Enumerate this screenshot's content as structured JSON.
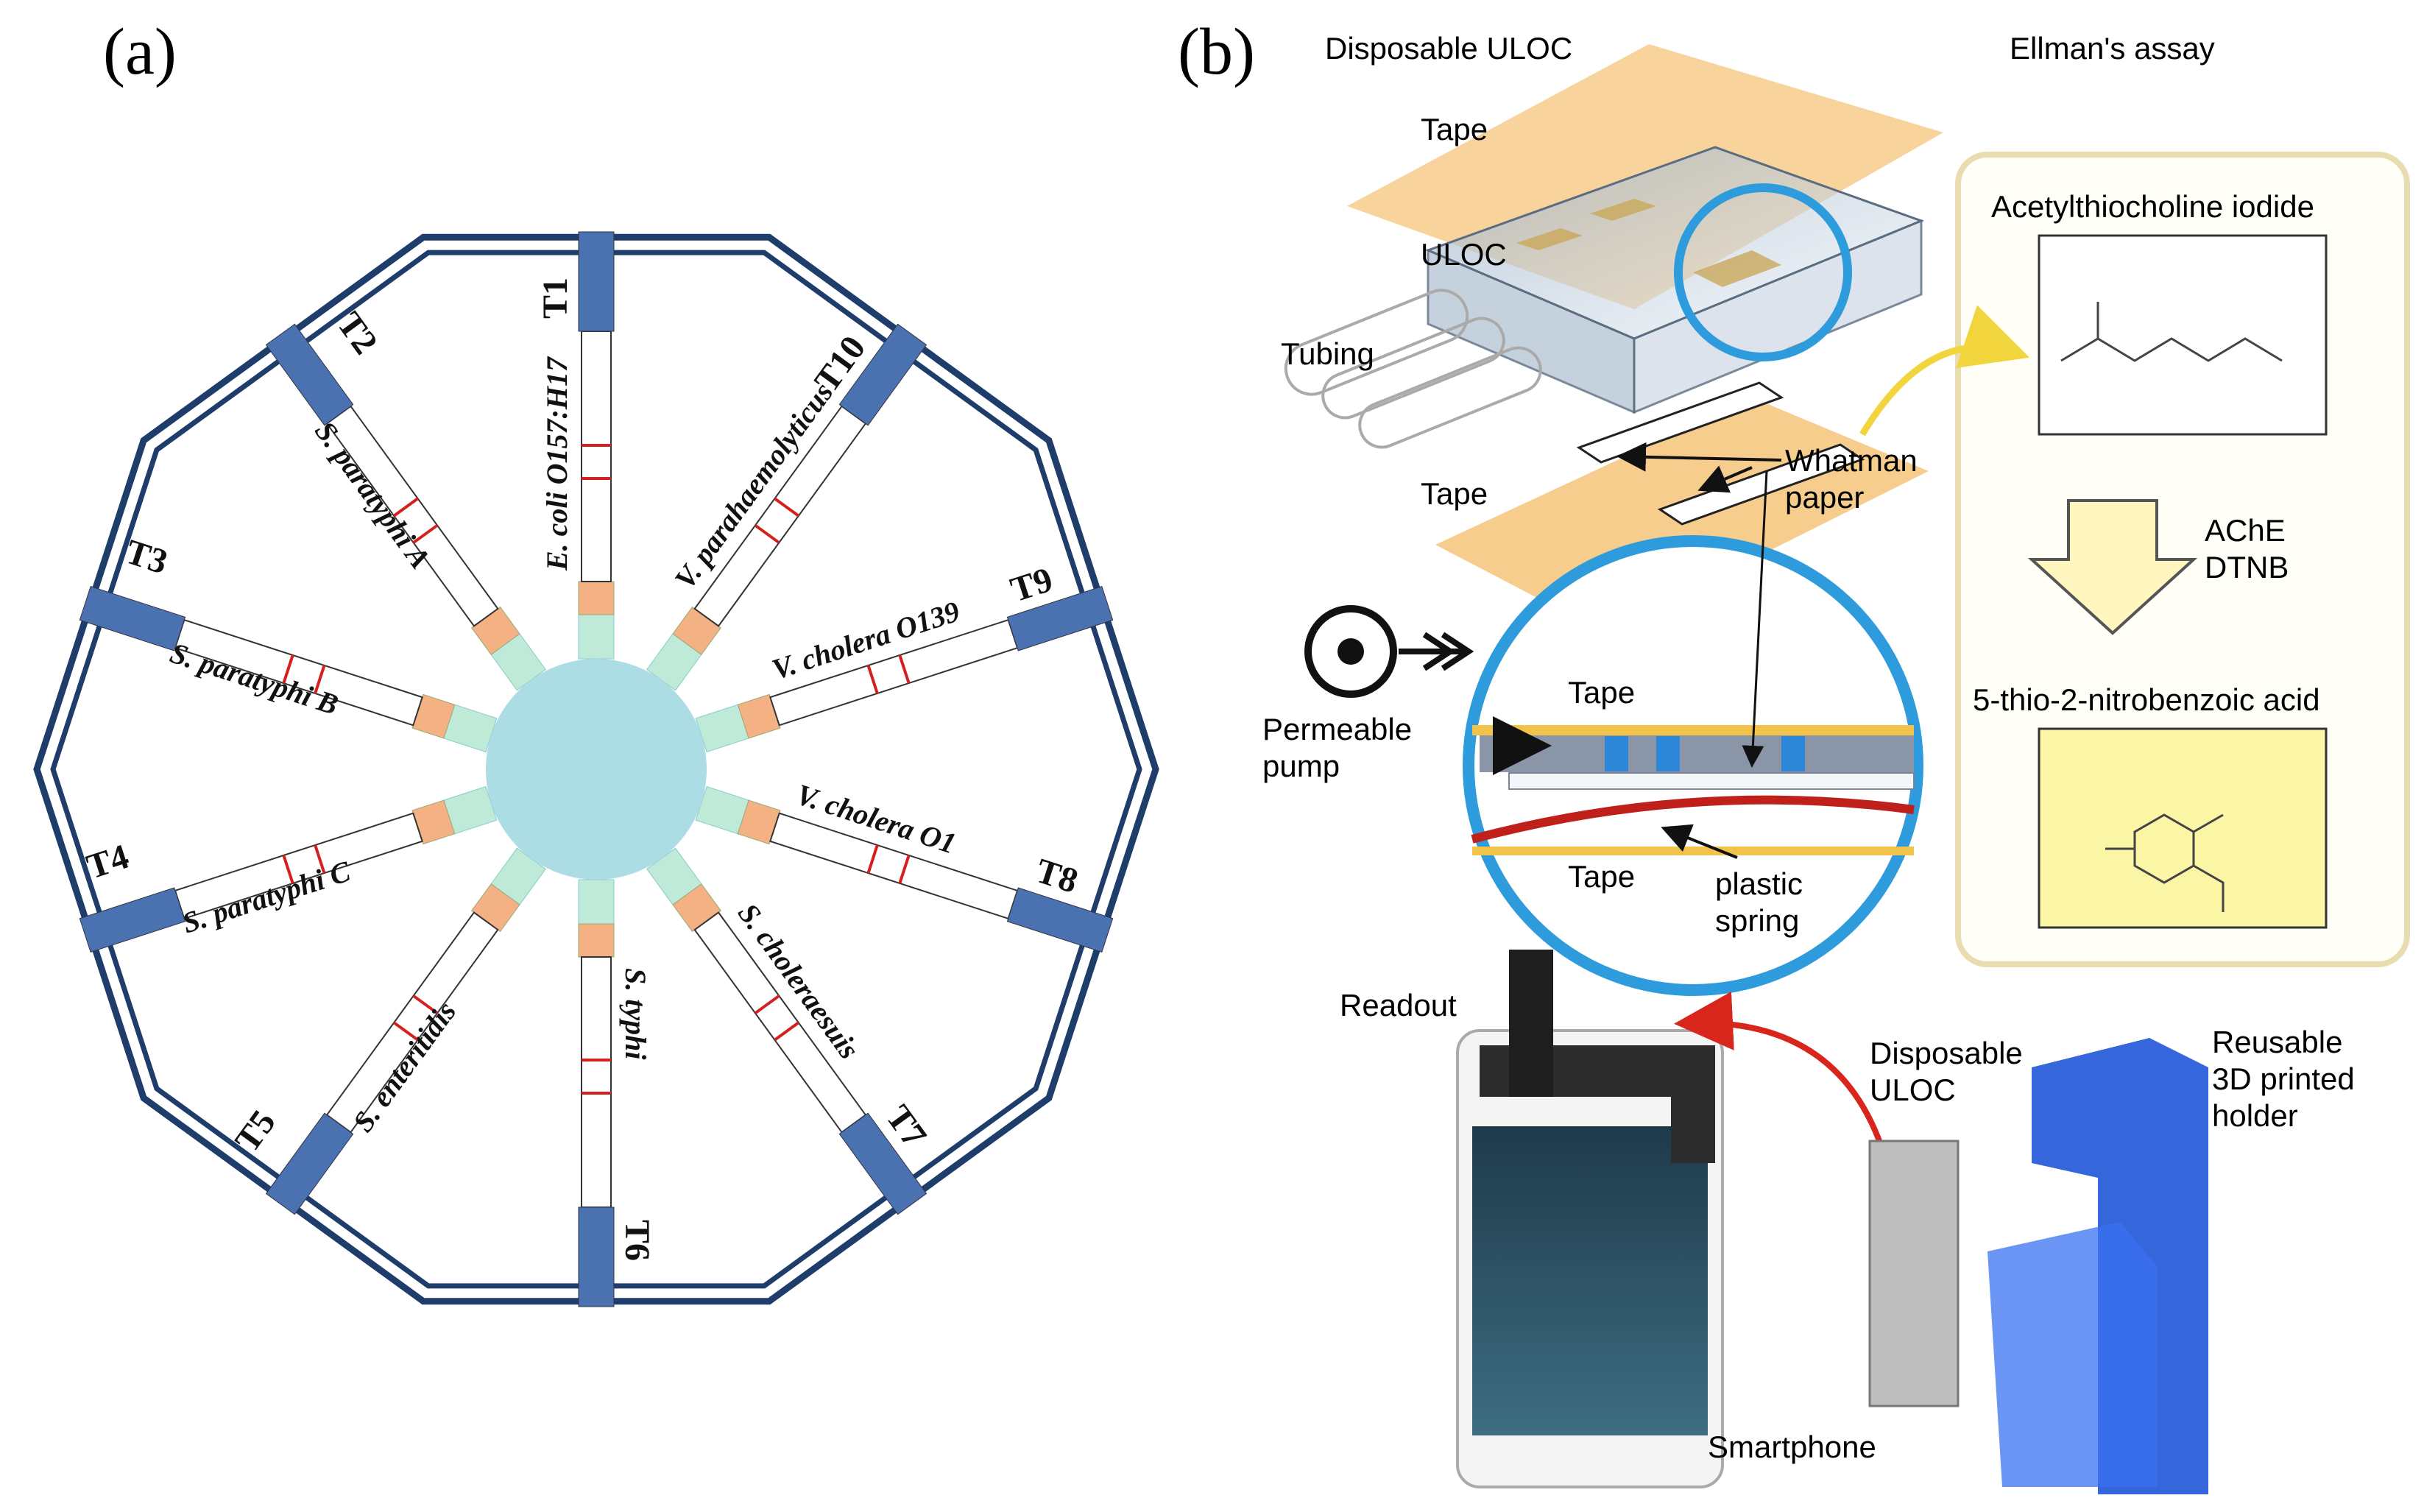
{
  "panel_a": {
    "label": "(a)",
    "strips": [
      {
        "id": "T1",
        "organism": "E. coli O157:H17",
        "angle": -90
      },
      {
        "id": "T10",
        "organism": "V. parahaemolyticus",
        "angle": -54
      },
      {
        "id": "T9",
        "organism": "V. cholera O139",
        "angle": -18
      },
      {
        "id": "T8",
        "organism": "V. cholera O1",
        "angle": 18
      },
      {
        "id": "T7",
        "organism": "S. choleraesuis",
        "angle": 54
      },
      {
        "id": "T6",
        "organism": "S. typhi",
        "angle": 90
      },
      {
        "id": "T5",
        "organism": "S. enteritidis",
        "angle": 126
      },
      {
        "id": "T4",
        "organism": "S. paratyphi C",
        "angle": 162
      },
      {
        "id": "T3",
        "organism": "S. paratyphi B",
        "angle": 198
      },
      {
        "id": "T2",
        "organism": "S. paratyphi A",
        "angle": 234
      }
    ],
    "colors": {
      "frame": "#1f3d6b",
      "pad": "#4a72b0",
      "conjugate": "#f4b183",
      "sample": "#bfead7",
      "hub": "#acdde4",
      "line": "#d62020"
    }
  },
  "panel_b": {
    "label": "(b)",
    "title_left": "Disposable ULOC",
    "title_right": "Ellman's assay",
    "labels": {
      "tape_top": "Tape",
      "uloc": "ULOC",
      "tubing": "Tubing",
      "whatman": "Whatman\npaper",
      "tape_bottom": "Tape",
      "permeable_pump": "Permeable\npump",
      "tape_inset_top": "Tape",
      "tape_inset_bottom": "Tape",
      "plastic_spring": "plastic\nspring",
      "readout": "Readout",
      "disposable_uloc": "Disposable\nULOC",
      "reusable_holder": "Reusable\n3D printed\nholder",
      "smartphone": "Smartphone"
    },
    "assay": {
      "reactant": "Acetylthiocholine iodide",
      "reagents": "AChE\nDTNB",
      "product": "5-thio-2-nitrobenzoic acid"
    },
    "colors": {
      "tape": "#f6c47a",
      "ring": "#2d9bdc",
      "assay_border": "#e8ddb0",
      "arrow_down": "#fff6c0",
      "product_bg": "#fbf6a6",
      "yellow_arrow": "#f2d43d",
      "red_arrow": "#d9261c",
      "holder": "#1f55d8"
    }
  }
}
